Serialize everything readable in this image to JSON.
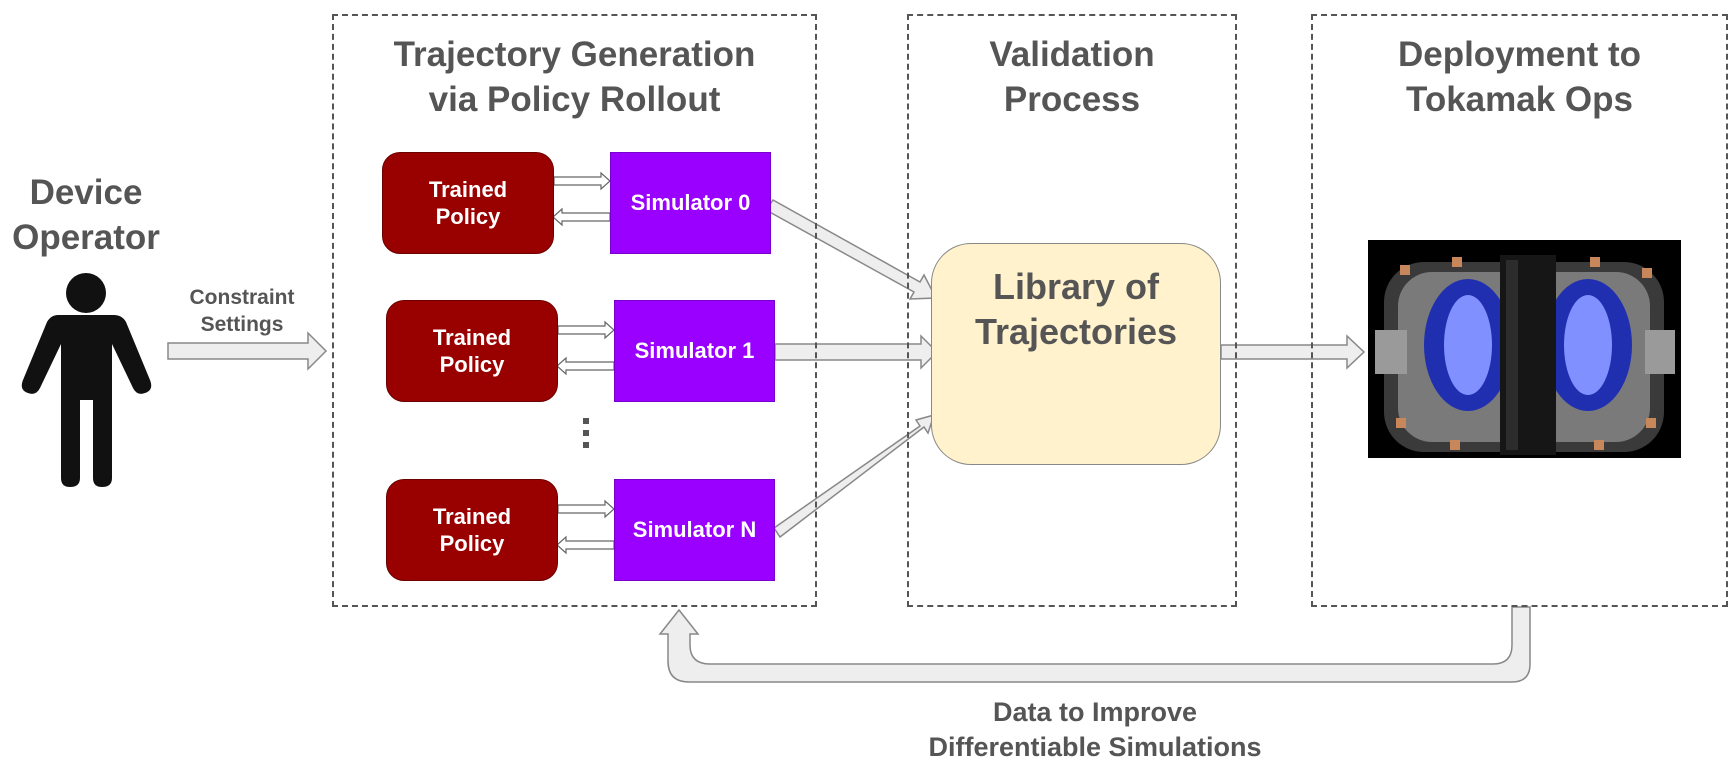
{
  "operator": {
    "title_line1": "Device",
    "title_line2": "Operator",
    "constraint_line1": "Constraint",
    "constraint_line2": "Settings"
  },
  "generation": {
    "title_line1": "Trajectory Generation",
    "title_line2": "via Policy Rollout",
    "rows": [
      {
        "policy_line1": "Trained",
        "policy_line2": "Policy",
        "simulator": "Simulator 0"
      },
      {
        "policy_line1": "Trained",
        "policy_line2": "Policy",
        "simulator": "Simulator 1"
      },
      {
        "policy_line1": "Trained",
        "policy_line2": "Policy",
        "simulator": "Simulator N"
      }
    ]
  },
  "validation": {
    "title_line1": "Validation",
    "title_line2": "Process",
    "library_line1": "Library of",
    "library_line2": "Trajectories"
  },
  "deployment": {
    "title_line1": "Deployment to",
    "title_line2": "Tokamak Ops"
  },
  "feedback": {
    "line1": "Data to Improve",
    "line2": "Differentiable Simulations"
  },
  "colors": {
    "policy": "#990000",
    "simulator": "#9900ff",
    "library": "#fff2cc",
    "text": "#555555",
    "arrow_fill": "#eeeeee",
    "arrow_stroke": "#888888"
  }
}
